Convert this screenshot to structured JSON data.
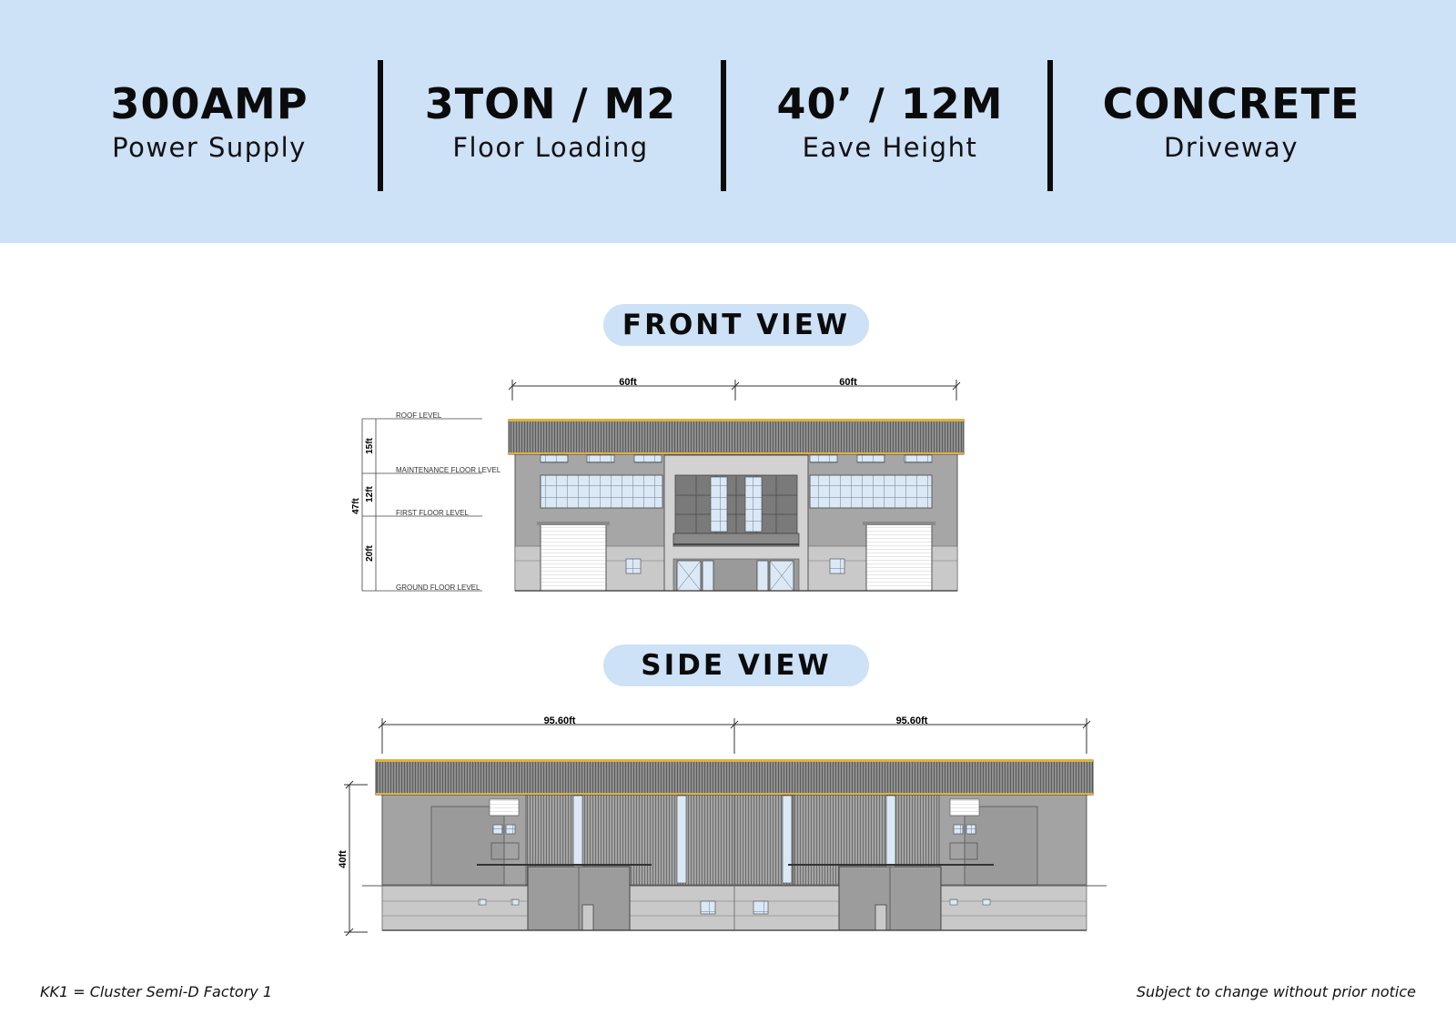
{
  "specs": [
    {
      "value": "300AMP",
      "label": "Power Supply"
    },
    {
      "value": "3TON / M2",
      "label": "Floor Loading"
    },
    {
      "value": "40’ / 12M",
      "label": "Eave Height"
    },
    {
      "value": "CONCRETE",
      "label": "Driveway"
    }
  ],
  "front_view": {
    "title": "FRONT VIEW",
    "width_labels": [
      "60ft",
      "60ft"
    ],
    "levels": [
      "ROOF LEVEL",
      "MAINTENANCE FLOOR LEVEL",
      "FIRST FLOOR LEVEL",
      "GROUND FLOOR LEVEL"
    ],
    "height_labels": {
      "total": "47ft",
      "upper": "15ft",
      "middle": "12ft",
      "lower": "20ft"
    }
  },
  "side_view": {
    "title": "SIDE VIEW",
    "width_labels": [
      "95.60ft",
      "95.60ft"
    ],
    "height_label": "40ft"
  },
  "footer": {
    "left_note": "KK1 = Cluster Semi-D Factory 1",
    "right_note": "Subject to change without prior notice"
  },
  "colors": {
    "banner": "#cde1f7",
    "pill": "#cde1f7",
    "roof_trim": "#e0b23a",
    "wall": "#9a9a9a",
    "glass": "#dbe8f6"
  }
}
